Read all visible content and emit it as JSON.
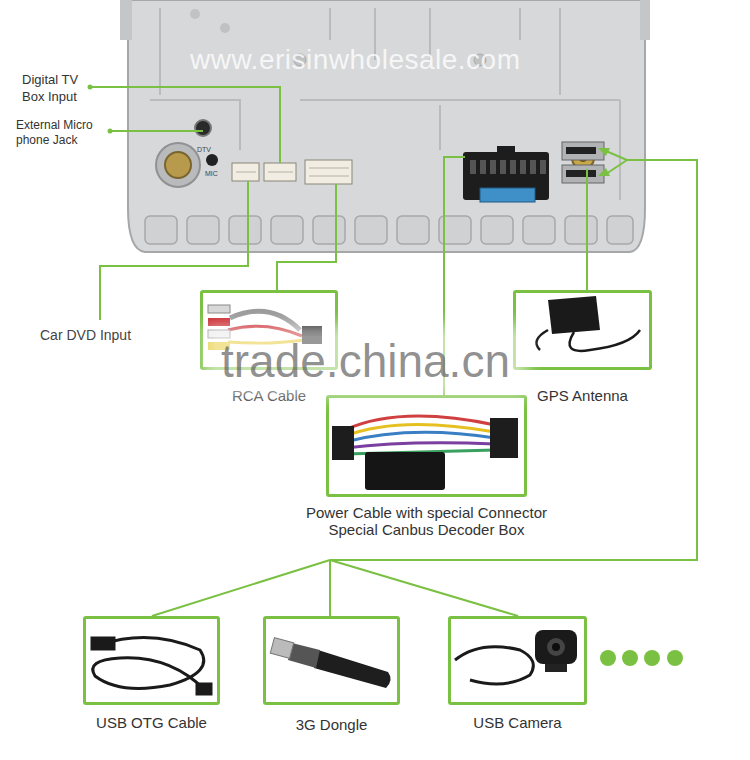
{
  "diagram": {
    "nodes": [
      {
        "text": [
          "RCA Cable"
        ]
      },
      {
        "text": [
          "GPS Antenna"
        ]
      },
      {
        "text": [
          "Power Cable with special Connector Special Canbus Decoder Box"
        ]
      },
      {
        "text": [
          "USB OTG Cable"
        ]
      },
      {
        "text": [
          "3G Dongle"
        ]
      },
      {
        "text": [
          "USB Camera"
        ]
      }
    ],
    "labels": [
      "Digital TV Box Input",
      "External Micro phone Jack",
      "Car DVD Input",
      "DTV",
      "MIC",
      "www.erisinwholesale.com",
      "trade.china.cn"
    ]
  }
}
